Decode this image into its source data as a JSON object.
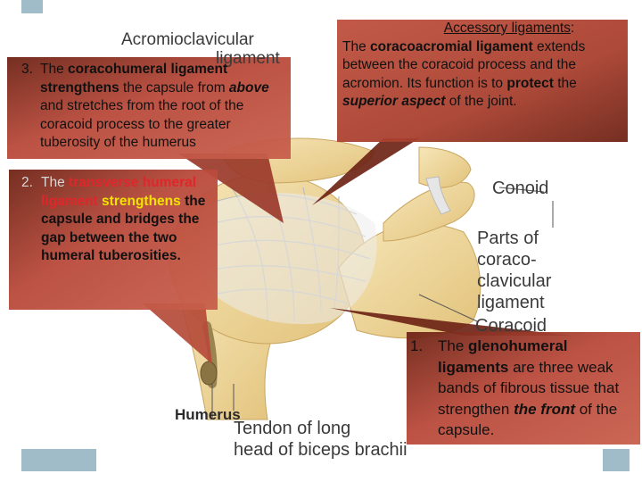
{
  "illustration_labels": {
    "acromioclavicular_line1": "Acromioclavicular",
    "acromioclavicular_line2": "ligament",
    "conoid": "Conoid",
    "parts_line1": "Parts of",
    "parts_line2": "coraco-",
    "parts_line3": "clavicular",
    "parts_line4": "ligament",
    "coracoid": "Coracoid",
    "humerus": "Humerus",
    "tendon_line1": "Tendon of long",
    "tendon_line2": "head of biceps brachii"
  },
  "callout_3": {
    "number": "3.",
    "t1": "The ",
    "b1": "coracohumeral ligament",
    "t2": " ",
    "b2": "strengthens",
    "t3": " the capsule from ",
    "bi1": "above",
    "t4": " and stretches from the root of the coracoid process to the greater tuberosity of the humerus"
  },
  "callout_accessory": {
    "title_plain": "Accessory ligaments",
    "title_colon": ":",
    "t1": "The ",
    "b1": "coracoacromial ligament",
    "t2": " extends between the coracoid process and the acromion. Its function is to ",
    "b2": "protect",
    "t3": " the ",
    "bi1": "superior aspect",
    "t4": " of the joint."
  },
  "callout_2": {
    "number": "2.",
    "t1": "The ",
    "red1": "transverse humeral ligament",
    "t2": " ",
    "yellow1": "strengthens",
    "t3": " the ",
    "b1": "capsule and bridges the gap between the two humeral tuberosities."
  },
  "callout_1": {
    "number": "1.",
    "t1": "The ",
    "b1": "glenohumeral ligaments",
    "t2": " are three weak bands of fibrous tissue that strengthen ",
    "bi1": "the front",
    "t3": " of the capsule."
  },
  "colors": {
    "callout_fill": "#b8493a",
    "callout_dark": "#6e2416",
    "bone": "#f0d9a0",
    "ligament": "#eeeeee",
    "accent_teal": "#9fbcc8"
  }
}
